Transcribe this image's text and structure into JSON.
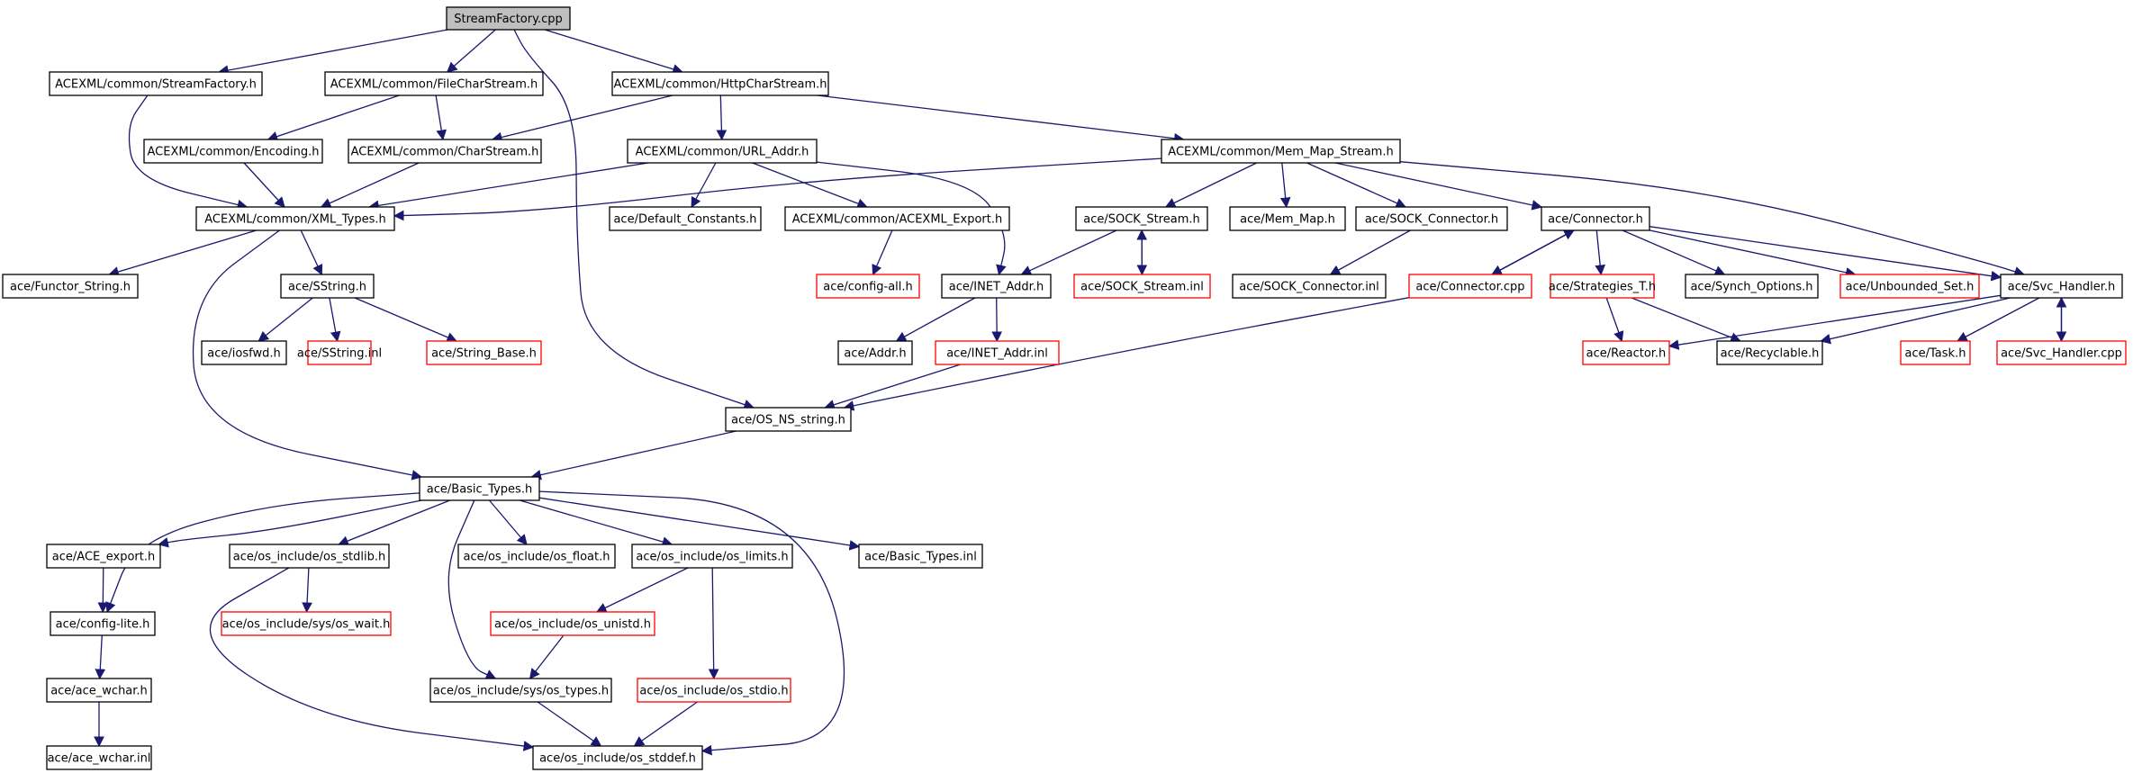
{
  "nodes": [
    {
      "id": "StreamFactory_cpp",
      "label": "StreamFactory.cpp",
      "kind": "root"
    },
    {
      "id": "SF_h",
      "label": "ACEXML/common/StreamFactory.h",
      "kind": "normal"
    },
    {
      "id": "FCS_h",
      "label": "ACEXML/common/FileCharStream.h",
      "kind": "normal"
    },
    {
      "id": "HCS_h",
      "label": "ACEXML/common/HttpCharStream.h",
      "kind": "normal"
    },
    {
      "id": "Enc_h",
      "label": "ACEXML/common/Encoding.h",
      "kind": "normal"
    },
    {
      "id": "CS_h",
      "label": "ACEXML/common/CharStream.h",
      "kind": "normal"
    },
    {
      "id": "URL_h",
      "label": "ACEXML/common/URL_Addr.h",
      "kind": "normal"
    },
    {
      "id": "MMS_h",
      "label": "ACEXML/common/Mem_Map_Stream.h",
      "kind": "normal"
    },
    {
      "id": "XT_h",
      "label": "ACEXML/common/XML_Types.h",
      "kind": "normal"
    },
    {
      "id": "DC_h",
      "label": "ace/Default_Constants.h",
      "kind": "normal"
    },
    {
      "id": "AXE_h",
      "label": "ACEXML/common/ACEXML_Export.h",
      "kind": "normal"
    },
    {
      "id": "SS_h",
      "label": "ace/SOCK_Stream.h",
      "kind": "normal"
    },
    {
      "id": "MM_h",
      "label": "ace/Mem_Map.h",
      "kind": "normal"
    },
    {
      "id": "SC_h",
      "label": "ace/SOCK_Connector.h",
      "kind": "normal"
    },
    {
      "id": "Conn_h",
      "label": "ace/Connector.h",
      "kind": "normal"
    },
    {
      "id": "FS_h",
      "label": "ace/Functor_String.h",
      "kind": "normal"
    },
    {
      "id": "SStr_h",
      "label": "ace/SString.h",
      "kind": "normal"
    },
    {
      "id": "CA_h",
      "label": "ace/config-all.h",
      "kind": "ext"
    },
    {
      "id": "INET_h",
      "label": "ace/INET_Addr.h",
      "kind": "normal"
    },
    {
      "id": "SS_inl",
      "label": "ace/SOCK_Stream.inl",
      "kind": "ext"
    },
    {
      "id": "SC_inl",
      "label": "ace/SOCK_Connector.inl",
      "kind": "normal"
    },
    {
      "id": "Conn_cpp",
      "label": "ace/Connector.cpp",
      "kind": "ext"
    },
    {
      "id": "ST_h",
      "label": "ace/Strategies_T.h",
      "kind": "ext"
    },
    {
      "id": "SO_h",
      "label": "ace/Synch_Options.h",
      "kind": "normal"
    },
    {
      "id": "US_h",
      "label": "ace/Unbounded_Set.h",
      "kind": "ext"
    },
    {
      "id": "SH_h",
      "label": "ace/Svc_Handler.h",
      "kind": "normal"
    },
    {
      "id": "iosfwd_h",
      "label": "ace/iosfwd.h",
      "kind": "normal"
    },
    {
      "id": "SStr_inl",
      "label": "ace/SString.inl",
      "kind": "ext"
    },
    {
      "id": "SB_h",
      "label": "ace/String_Base.h",
      "kind": "ext"
    },
    {
      "id": "Addr_h",
      "label": "ace/Addr.h",
      "kind": "normal"
    },
    {
      "id": "INET_inl",
      "label": "ace/INET_Addr.inl",
      "kind": "ext"
    },
    {
      "id": "Reactor_h",
      "label": "ace/Reactor.h",
      "kind": "ext"
    },
    {
      "id": "Rec_h",
      "label": "ace/Recyclable.h",
      "kind": "normal"
    },
    {
      "id": "Task_h",
      "label": "ace/Task.h",
      "kind": "ext"
    },
    {
      "id": "SH_cpp",
      "label": "ace/Svc_Handler.cpp",
      "kind": "ext"
    },
    {
      "id": "OSNS_h",
      "label": "ace/OS_NS_string.h",
      "kind": "normal"
    },
    {
      "id": "BT_h",
      "label": "ace/Basic_Types.h",
      "kind": "normal"
    },
    {
      "id": "AE_h",
      "label": "ace/ACE_export.h",
      "kind": "normal"
    },
    {
      "id": "stdlib_h",
      "label": "ace/os_include/os_stdlib.h",
      "kind": "normal"
    },
    {
      "id": "float_h",
      "label": "ace/os_include/os_float.h",
      "kind": "normal"
    },
    {
      "id": "limits_h",
      "label": "ace/os_include/os_limits.h",
      "kind": "normal"
    },
    {
      "id": "BT_inl",
      "label": "ace/Basic_Types.inl",
      "kind": "normal"
    },
    {
      "id": "CL_h",
      "label": "ace/config-lite.h",
      "kind": "normal"
    },
    {
      "id": "wait_h",
      "label": "ace/os_include/sys/os_wait.h",
      "kind": "ext"
    },
    {
      "id": "unistd_h",
      "label": "ace/os_include/os_unistd.h",
      "kind": "ext"
    },
    {
      "id": "wchar_h",
      "label": "ace/ace_wchar.h",
      "kind": "normal"
    },
    {
      "id": "types_h",
      "label": "ace/os_include/sys/os_types.h",
      "kind": "normal"
    },
    {
      "id": "stdio_h",
      "label": "ace/os_include/os_stdio.h",
      "kind": "ext"
    },
    {
      "id": "wchar_inl",
      "label": "ace/ace_wchar.inl",
      "kind": "normal"
    },
    {
      "id": "stddef_h",
      "label": "ace/os_include/os_stddef.h",
      "kind": "normal"
    }
  ],
  "edges": [
    [
      "StreamFactory_cpp",
      "SF_h"
    ],
    [
      "StreamFactory_cpp",
      "FCS_h"
    ],
    [
      "StreamFactory_cpp",
      "HCS_h"
    ],
    [
      "StreamFactory_cpp",
      "OSNS_h"
    ],
    [
      "SF_h",
      "XT_h"
    ],
    [
      "FCS_h",
      "Enc_h"
    ],
    [
      "FCS_h",
      "CS_h"
    ],
    [
      "HCS_h",
      "CS_h"
    ],
    [
      "HCS_h",
      "URL_h"
    ],
    [
      "HCS_h",
      "MMS_h"
    ],
    [
      "Enc_h",
      "XT_h"
    ],
    [
      "CS_h",
      "XT_h"
    ],
    [
      "URL_h",
      "XT_h"
    ],
    [
      "URL_h",
      "DC_h"
    ],
    [
      "URL_h",
      "AXE_h"
    ],
    [
      "URL_h",
      "INET_h"
    ],
    [
      "MMS_h",
      "XT_h"
    ],
    [
      "MMS_h",
      "SS_h"
    ],
    [
      "MMS_h",
      "MM_h"
    ],
    [
      "MMS_h",
      "SC_h"
    ],
    [
      "MMS_h",
      "Conn_h"
    ],
    [
      "MMS_h",
      "SH_h"
    ],
    [
      "XT_h",
      "FS_h"
    ],
    [
      "XT_h",
      "SStr_h"
    ],
    [
      "XT_h",
      "BT_h"
    ],
    [
      "AXE_h",
      "CA_h"
    ],
    [
      "SS_h",
      "INET_h"
    ],
    [
      "SS_h",
      "SS_inl"
    ],
    [
      "SS_inl",
      "SS_h"
    ],
    [
      "SC_h",
      "SC_inl"
    ],
    [
      "Conn_h",
      "Conn_cpp"
    ],
    [
      "Conn_cpp",
      "Conn_h"
    ],
    [
      "Conn_h",
      "ST_h"
    ],
    [
      "Conn_h",
      "SO_h"
    ],
    [
      "Conn_h",
      "US_h"
    ],
    [
      "Conn_h",
      "SH_h"
    ],
    [
      "SStr_h",
      "iosfwd_h"
    ],
    [
      "SStr_h",
      "SStr_inl"
    ],
    [
      "SStr_h",
      "SB_h"
    ],
    [
      "INET_h",
      "Addr_h"
    ],
    [
      "INET_h",
      "INET_inl"
    ],
    [
      "INET_inl",
      "OSNS_h"
    ],
    [
      "Conn_cpp",
      "OSNS_h"
    ],
    [
      "ST_h",
      "Reactor_h"
    ],
    [
      "ST_h",
      "Rec_h"
    ],
    [
      "SH_h",
      "Reactor_h"
    ],
    [
      "SH_h",
      "Rec_h"
    ],
    [
      "SH_h",
      "Task_h"
    ],
    [
      "SH_h",
      "SH_cpp"
    ],
    [
      "SH_cpp",
      "SH_h"
    ],
    [
      "OSNS_h",
      "BT_h"
    ],
    [
      "BT_h",
      "AE_h"
    ],
    [
      "BT_h",
      "stdlib_h"
    ],
    [
      "BT_h",
      "float_h"
    ],
    [
      "BT_h",
      "limits_h"
    ],
    [
      "BT_h",
      "BT_inl"
    ],
    [
      "BT_h",
      "CL_h"
    ],
    [
      "BT_h",
      "types_h"
    ],
    [
      "BT_h",
      "stddef_h"
    ],
    [
      "AE_h",
      "CL_h"
    ],
    [
      "CL_h",
      "wchar_h"
    ],
    [
      "wchar_h",
      "wchar_inl"
    ],
    [
      "stdlib_h",
      "wait_h"
    ],
    [
      "stdlib_h",
      "stddef_h"
    ],
    [
      "limits_h",
      "unistd_h"
    ],
    [
      "limits_h",
      "stdio_h"
    ],
    [
      "unistd_h",
      "types_h"
    ],
    [
      "types_h",
      "stddef_h"
    ],
    [
      "stdio_h",
      "stddef_h"
    ]
  ]
}
